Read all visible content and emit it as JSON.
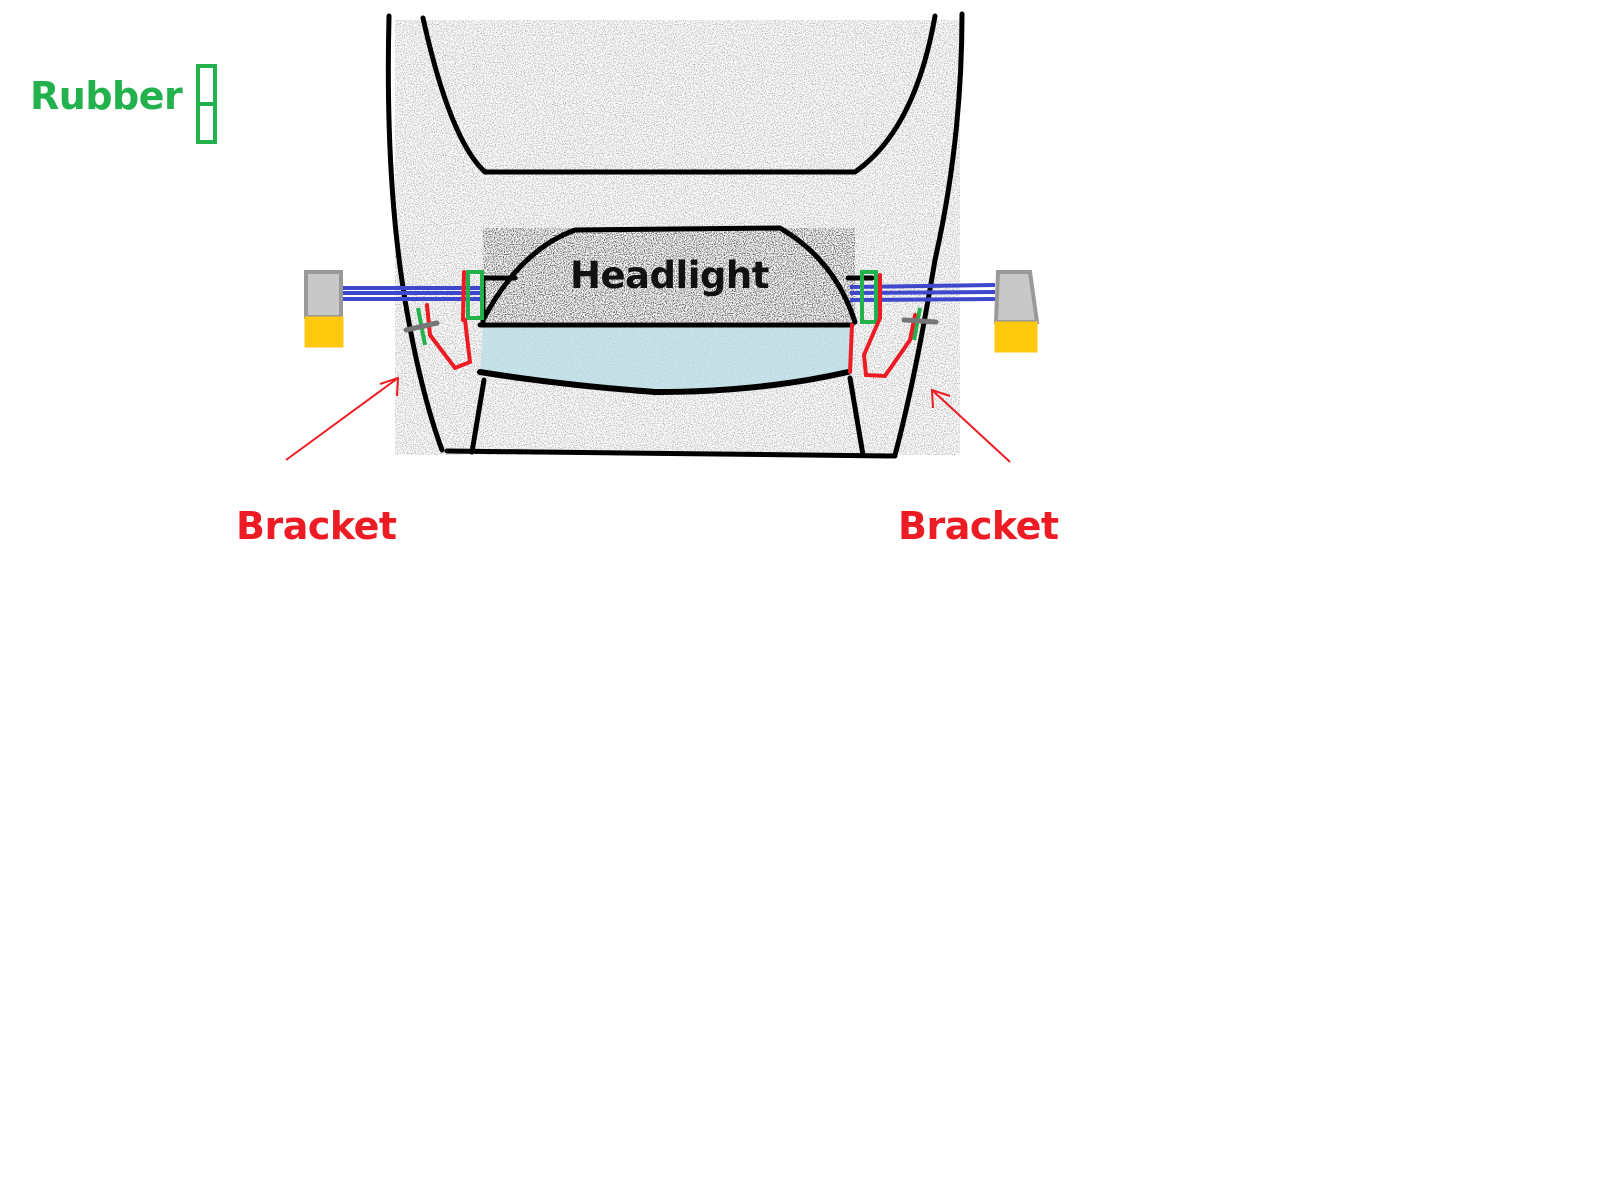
{
  "labels": {
    "rubber": "Rubber",
    "headlight": "Headlight",
    "bracket_left": "Bracket",
    "bracket_right": "Bracket"
  },
  "colors": {
    "outline": "#000000",
    "rubber": "#22b14c",
    "bracket": "#ed1c24",
    "rod": "#3f48cc",
    "indicator_body": "#a0a0a0",
    "indicator_lens": "#ffc90e",
    "lens_tint": "#b8dde6"
  }
}
